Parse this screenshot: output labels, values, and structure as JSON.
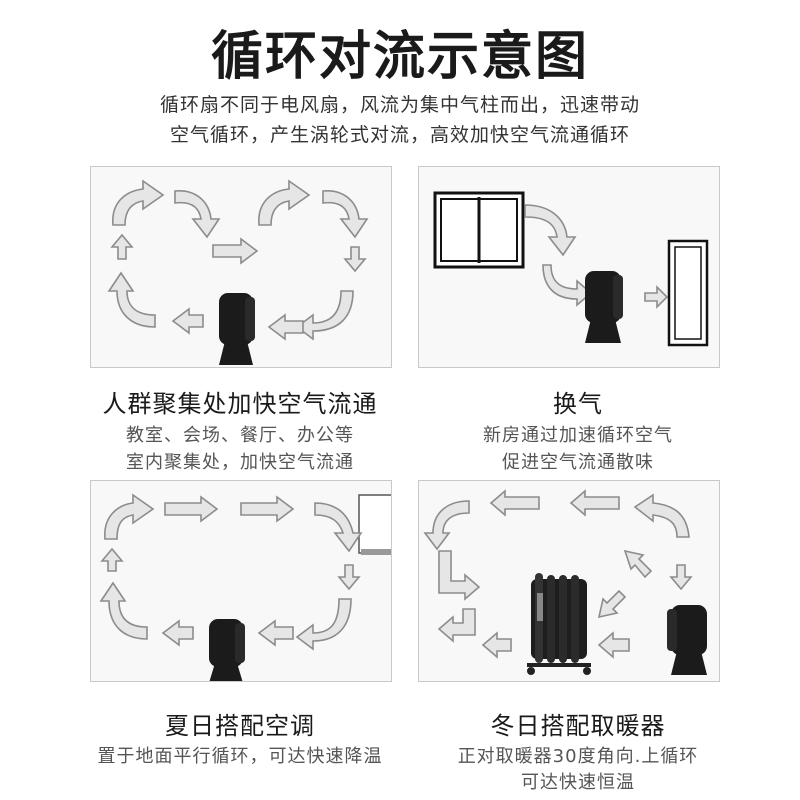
{
  "header": {
    "title": "循环对流示意图",
    "subtitle_line1": "循环扇不同于电风扇，风流为集中气柱而出，迅速带动",
    "subtitle_line2": "空气循环，产生涡轮式对流，高效加快空气流通循环"
  },
  "panels": [
    {
      "caption": "人群聚集处加快空气流通",
      "desc_line1": "教室、会场、餐厅、办公等",
      "desc_line2": "室内聚集处，加快空气流通"
    },
    {
      "caption": "换气",
      "desc_line1": "新房通过加速循环空气",
      "desc_line2": "促进空气流通散味"
    },
    {
      "caption": "夏日搭配空调",
      "desc_line1": "置于地面平行循环，可达快速降温",
      "desc_line2": ""
    },
    {
      "caption": "冬日搭配取暖器",
      "desc_line1": "正对取暖器30度角向.上循环",
      "desc_line2": "可达快速恒温"
    }
  ],
  "colors": {
    "arrow_fill": "#e6e6e6",
    "arrow_stroke": "#8c8c8c",
    "fan": "#1b1b1b",
    "panel_bg": "#f8f8f8"
  },
  "icons": [
    "fan-icon",
    "window-icon",
    "door-icon",
    "air-conditioner-icon",
    "oil-heater-icon",
    "airflow-arrow-icon"
  ]
}
